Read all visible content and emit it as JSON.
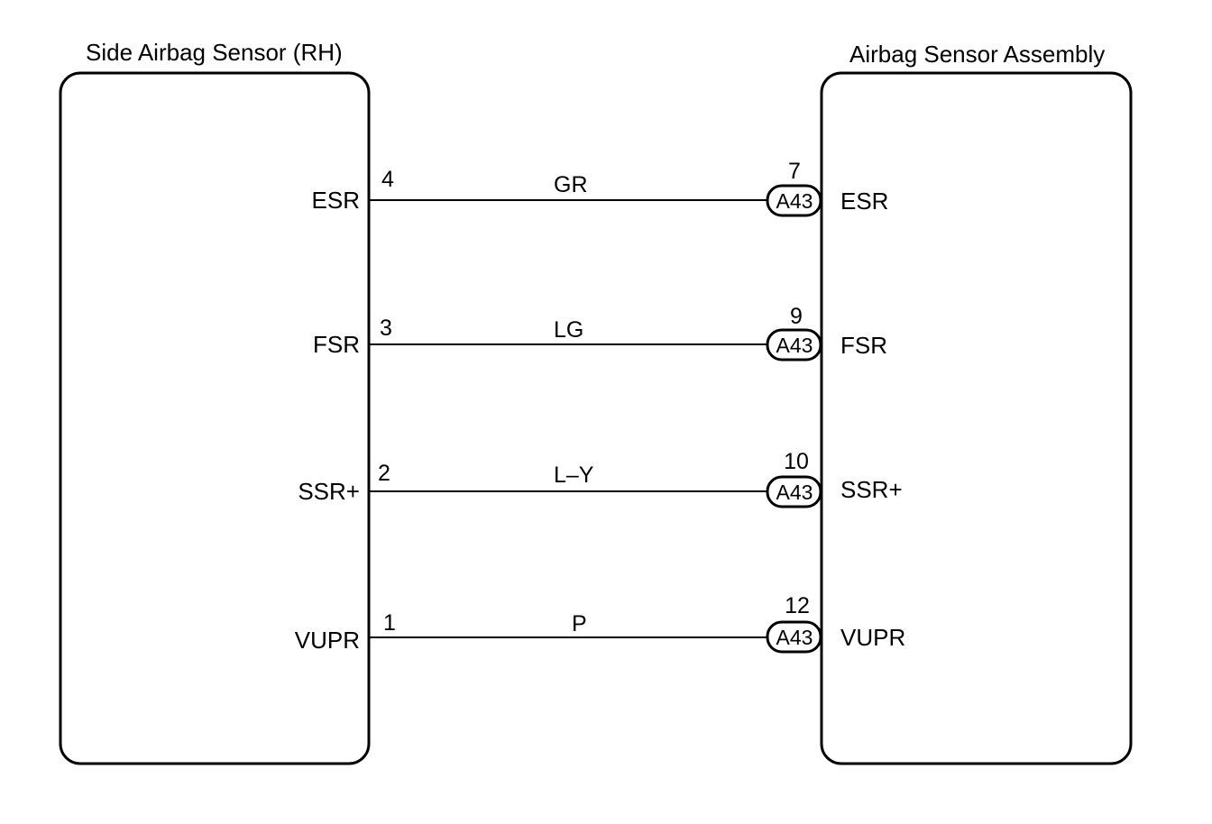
{
  "left_component": {
    "title": "Side Airbag Sensor (RH)"
  },
  "right_component": {
    "title": "Airbag Sensor Assembly"
  },
  "connections": [
    {
      "left_pin": "4",
      "left_signal": "ESR",
      "wire_color": "GR",
      "right_pin": "7",
      "connector": "A43",
      "right_signal": "ESR"
    },
    {
      "left_pin": "3",
      "left_signal": "FSR",
      "wire_color": "LG",
      "right_pin": "9",
      "connector": "A43",
      "right_signal": "FSR"
    },
    {
      "left_pin": "2",
      "left_signal": "SSR+",
      "wire_color": "L–Y",
      "right_pin": "10",
      "connector": "A43",
      "right_signal": "SSR+"
    },
    {
      "left_pin": "1",
      "left_signal": "VUPR",
      "wire_color": "P",
      "right_pin": "12",
      "connector": "A43",
      "right_signal": "VUPR"
    }
  ]
}
